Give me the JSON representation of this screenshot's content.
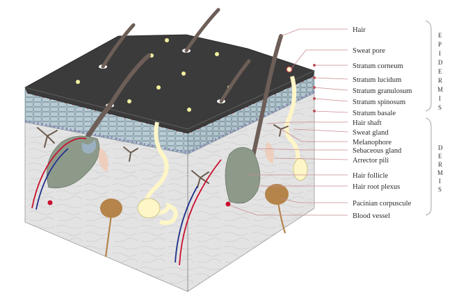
{
  "labels": [
    {
      "text": "Hair"
    },
    {
      "text": "Sweat pore"
    },
    {
      "text": "Stratum corneum"
    },
    {
      "text": "Stratum lucidum"
    },
    {
      "text": "Stratum granulosum"
    },
    {
      "text": "Stratum spinosum"
    },
    {
      "text": "Stratum basale"
    },
    {
      "text": "Hair shaft"
    },
    {
      "text": "Sweat gland"
    },
    {
      "text": "Melanophore"
    },
    {
      "text": "Sebaceous gland"
    },
    {
      "text": "Arrector pili"
    },
    {
      "text": "Hair follicle"
    },
    {
      "text": "Hair root plexus"
    },
    {
      "text": "Pacinian corpuscule"
    },
    {
      "text": "Blood vessel"
    }
  ],
  "groups": {
    "epidermis": [
      "E",
      "P",
      "I",
      "D",
      "E",
      "R",
      "M",
      "I",
      "S"
    ],
    "dermis": [
      "D",
      "E",
      "R",
      "M",
      "I",
      "S"
    ]
  },
  "colors": {
    "surface": "#3b3b3b",
    "epidermis_cells": "#9fb4bd",
    "dermis": "#e4e4e4",
    "leader": "#c98a8f",
    "hair": "#6d5e58",
    "sweat_gland": "#fff6c8",
    "follicle": "#8d9a8a",
    "pacinian": "#b4844a",
    "artery": "#c8102e",
    "vein": "#1f2f8a"
  }
}
